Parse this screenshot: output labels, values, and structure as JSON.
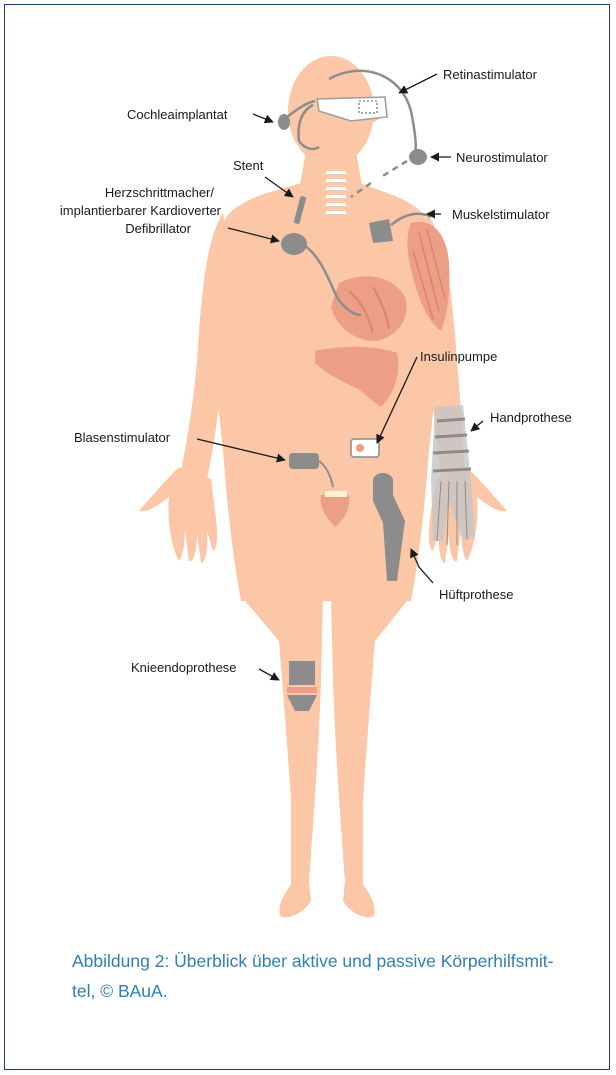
{
  "labels": {
    "retinastimulator": "Retinastimulator",
    "cochleaimplantat": "Cochleaimplantat",
    "neurostimulator": "Neurostimulator",
    "stent": "Stent",
    "herzschrittmacher_line1": "Herzschrittmacher/",
    "herzschrittmacher_line2": "implantierbarer Kardioverter",
    "herzschrittmacher_line3": "Defibrillator",
    "muskelstimulator": "Muskelstimulator",
    "insulinpumpe": "Insulinpumpe",
    "handprothese": "Handprothese",
    "blasenstimulator": "Blasenstimulator",
    "hueftprothese": "Hüftprothese",
    "knieendoprothese": "Knieendoprothese"
  },
  "caption": {
    "line1": "Abbildung 2: Überblick über aktive und passive Körperhilfsmit-",
    "line2": "tel, © BAuA."
  },
  "colors": {
    "skin": "#fbc7a6",
    "organ": "#ec9f86",
    "device": "#8c8c8c",
    "caption": "#2f7fb5",
    "border": "#1f3f73"
  }
}
